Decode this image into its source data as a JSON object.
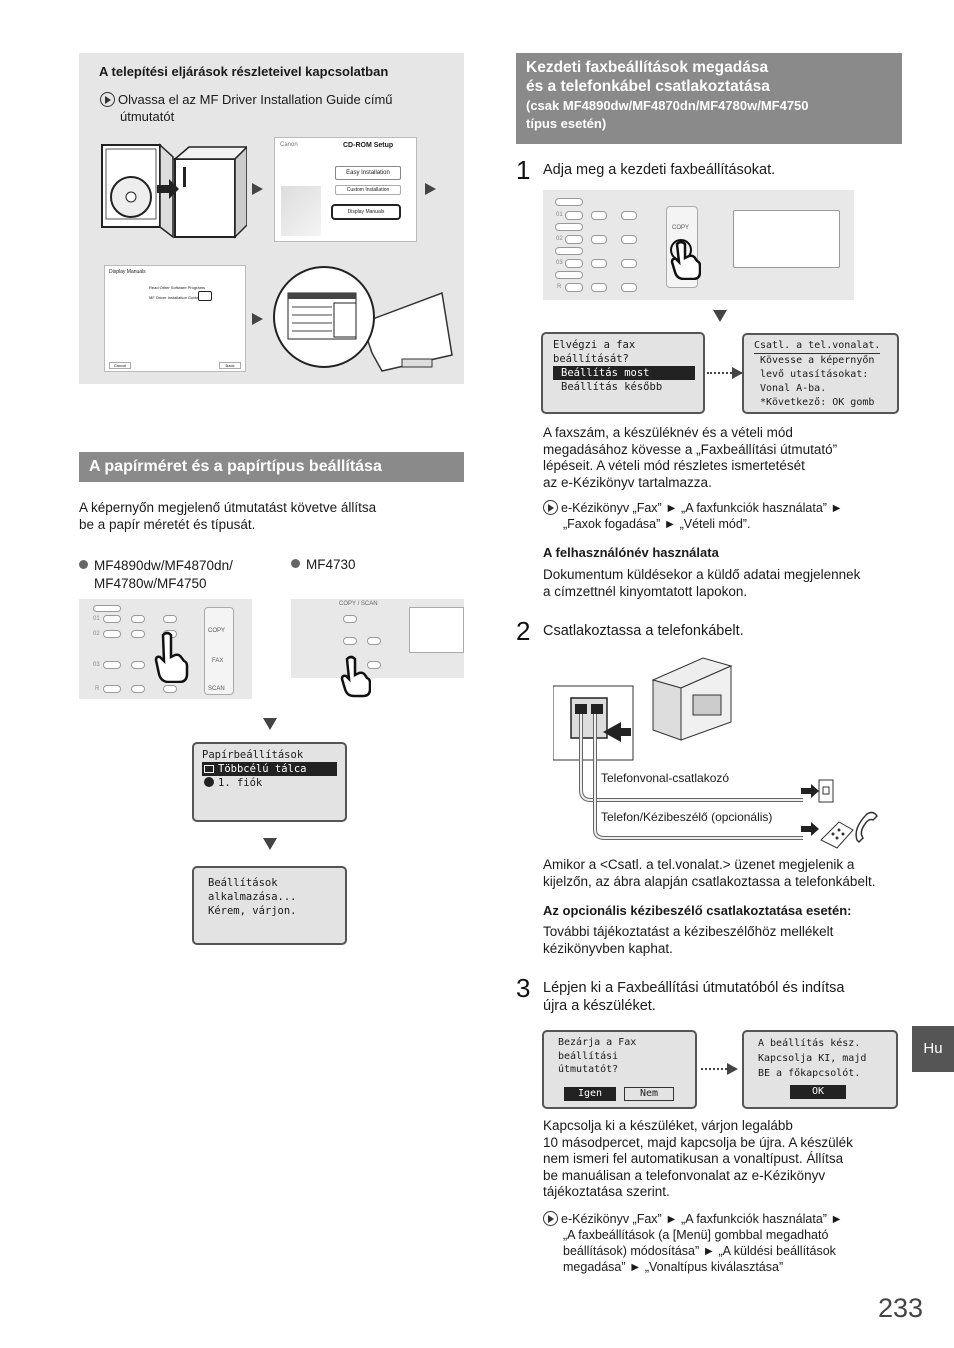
{
  "left": {
    "install_box": {
      "heading": "A telepítési eljárások részleteivel kapcsolatban",
      "ref_text_1": "Olvassa el az MF Driver Installation Guide című",
      "ref_text_2": "útmutatót",
      "cdrom_title": "CD-ROM Setup",
      "cdrom_canon": "Canon",
      "cdrom_easy": "Easy Installation",
      "cdrom_custom": "Custom Installation",
      "cdrom_display": "Display Manuals",
      "manual_title": "Display Manuals",
      "manual_row1": "Read Other Software Programs",
      "manual_row2": "MF Driver Installation Guide",
      "manual_cancel": "Cancel",
      "manual_back": "Back"
    },
    "paper_section": {
      "title": "A papírméret és a papírtípus beállítása",
      "intro_1": "A képernyőn megjelenő útmutatást követve állítsa",
      "intro_2": "be a papír méretét és típusát.",
      "model_a_1": "MF4890dw/MF4870dn/",
      "model_a_2": "MF4780w/MF4750",
      "model_b": "MF4730",
      "panel_a": {
        "keys": [
          "01",
          "02",
          "03",
          "R"
        ],
        "copy": "COPY",
        "fax": "FAX",
        "scan": "SCAN"
      },
      "panel_b": {
        "header": "COPY / SCAN"
      },
      "lcd1": {
        "title": "Papírbeállítások",
        "sel": "Többcélú tálca",
        "item": "1. fiók"
      },
      "lcd2": {
        "l1": "Beállítások",
        "l2": "alkalmazása...",
        "l3": "Kérem, várjon."
      }
    }
  },
  "right": {
    "header": {
      "line1": "Kezdeti faxbeállítások megadása",
      "line2": "és a telefonkábel csatlakoztatása",
      "line3": "(csak MF4890dw/MF4870dn/MF4780w/MF4750",
      "line4": "típus esetén)"
    },
    "step1": {
      "num": "1",
      "text": "Adja meg a kezdeti faxbeállításokat.",
      "panel": {
        "keys": [
          "01",
          "02",
          "03",
          "R"
        ],
        "copy": "COPY"
      },
      "lcd_a": {
        "l1": "Elvégzi a fax",
        "l2": "beállítását?",
        "sel": "Beállítás most",
        "l4": "Beállítás később"
      },
      "lcd_b": {
        "l1": "Csatl. a tel.vonalat.",
        "l2": "Kövesse a képernyőn",
        "l3": "levő utasításokat:",
        "l4": "Vonal A-ba.",
        "l5": "*Következő: OK gomb"
      },
      "body_1": "A faxszám, a készüléknév és a vételi mód",
      "body_2": "megadásához kövesse a „Faxbeállítási útmutató”",
      "body_3": "lépéseit. A vételi mód részletes ismertetését",
      "body_4": "az e-Kézikönyv tartalmazza.",
      "ref_1": "e-Kézikönyv „Fax” ► „A faxfunkciók használata” ►",
      "ref_2": "„Faxok fogadása” ► „Vételi mód”.",
      "sub_heading": "A felhasználónév használata",
      "sub_1": "Dokumentum küldésekor a küldő adatai megjelennek",
      "sub_2": "a címzettnél kinyomtatott lapokon."
    },
    "step2": {
      "num": "2",
      "text": "Csatlakoztassa a telefonkábelt.",
      "label_line": "Telefonvonal-csatlakozó",
      "label_phone": "Telefon/Kézibeszélő (opcionális)",
      "body_1": "Amikor a <Csatl. a tel.vonalat.> üzenet megjelenik a",
      "body_2": "kijelzőn, az ábra alapján csatlakoztassa a telefonkábelt.",
      "sub_heading": "Az opcionális kézibeszélő csatlakoztatása esetén:",
      "sub_1": "További tájékoztatást a kézibeszélőhöz mellékelt",
      "sub_2": "kézikönyvben kaphat."
    },
    "step3": {
      "num": "3",
      "text_1": "Lépjen ki a Faxbeállítási útmutatóból és indítsa",
      "text_2": "újra a készüléket.",
      "lcd_a": {
        "l1": "Bezárja a Fax",
        "l2": "beállítási",
        "l3": "útmutatót?",
        "yes": "Igen",
        "no": "Nem"
      },
      "lcd_b": {
        "l1": "A beállítás kész.",
        "l2": "Kapcsolja KI, majd",
        "l3": "BE a főkapcsolót.",
        "ok": "OK"
      },
      "body_1": "Kapcsolja ki a készüléket, várjon legalább",
      "body_2": "10 másodpercet, majd kapcsolja be újra. A készülék",
      "body_3": "nem ismeri fel automatikusan a vonaltípust. Állítsa",
      "body_4": "be manuálisan a telefonvonalat az e-Kézikönyv",
      "body_5": "tájékoztatása szerint.",
      "ref_1": "e-Kézikönyv „Fax” ► „A faxfunkciók használata” ►",
      "ref_2": "„A faxbeállítások (a [Menü] gombbal megadható",
      "ref_3": "beállítások) módosítása” ► „A küldési beállítások",
      "ref_4": "megadása” ► „Vonaltípus kiválasztása”"
    }
  },
  "lang_tab": "Hu",
  "page_number": "233",
  "colors": {
    "header_gray": "#8a8a8a",
    "box_gray": "#e6e6e6",
    "tab_dark": "#555555"
  }
}
